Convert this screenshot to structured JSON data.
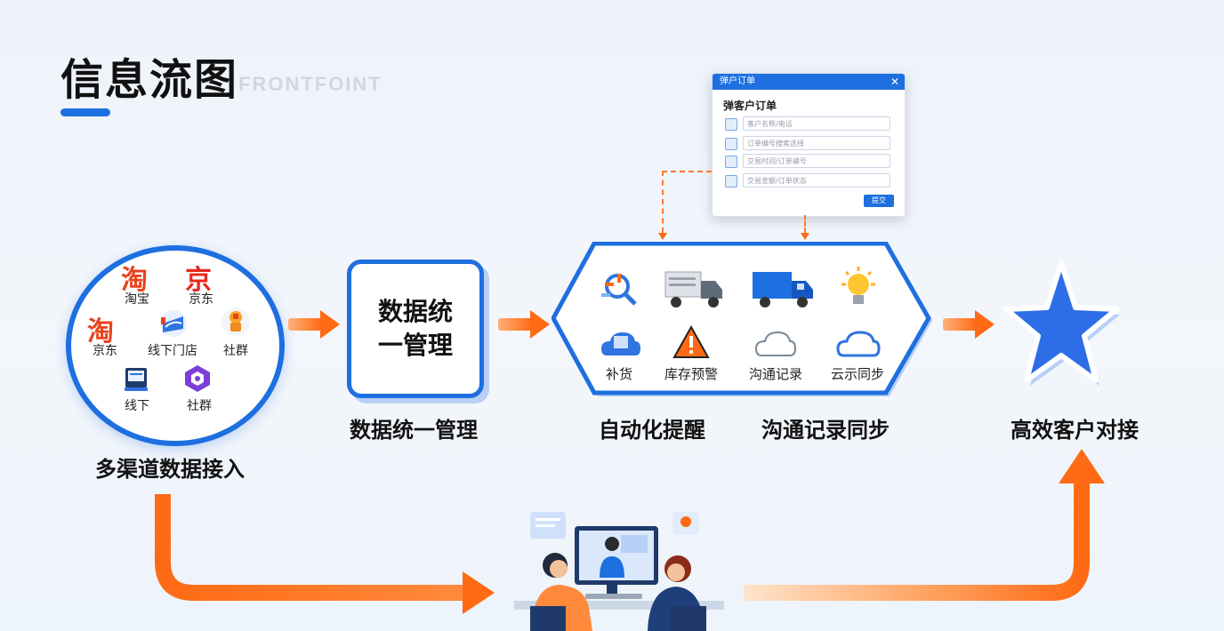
{
  "header": {
    "title": "信息流图",
    "watermark": "FRONTFOINT"
  },
  "channels": {
    "items": [
      {
        "label": "淘宝",
        "icon": "taobao-icon",
        "glyph": "淘"
      },
      {
        "label": "京东",
        "icon": "jd-icon",
        "glyph": "京"
      },
      {
        "label": "京东",
        "icon": "taobao-icon",
        "glyph": "淘"
      },
      {
        "label": "线下门店",
        "icon": "store-icon"
      },
      {
        "label": "社群",
        "icon": "community-icon"
      },
      {
        "label": "线下",
        "icon": "terminal-icon"
      },
      {
        "label": "社群",
        "icon": "community-badge-icon"
      }
    ],
    "caption": "多渠道数据接入"
  },
  "management": {
    "box_label": "数据统一管理",
    "caption": "数据统一管理"
  },
  "automation": {
    "captions": [
      "自动化提醒",
      "沟通记录同步"
    ],
    "icons": [
      {
        "name": "analytics-icon",
        "label": "补货"
      },
      {
        "name": "truck-icon",
        "label": "库存预警"
      },
      {
        "name": "blue-truck-icon",
        "label": "沟通记录"
      },
      {
        "name": "lightbulb-icon",
        "label": "云示同步"
      }
    ]
  },
  "modal": {
    "header": "弹户订单",
    "title": "弹客户订单",
    "fields": [
      "客户名称/电话",
      "订单编号搜索选择",
      "交易时间/订单编号",
      "交易金额/订单状态"
    ],
    "button": "提交"
  },
  "result": {
    "caption": "高效客户对接"
  },
  "colors": {
    "accent": "#1e6fe0",
    "arrow": "#ff6a14",
    "star": "#2d6de8"
  }
}
